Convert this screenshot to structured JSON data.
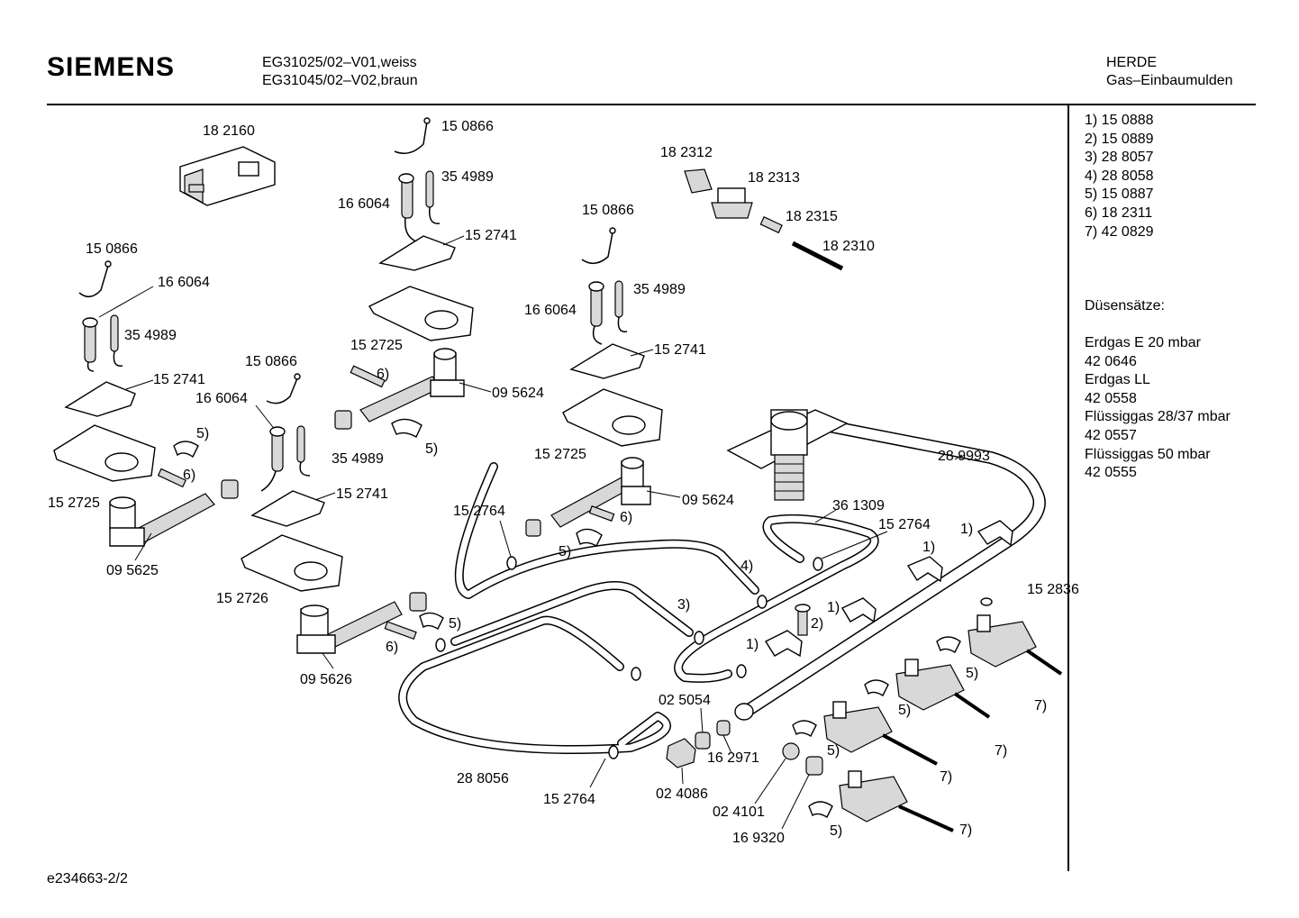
{
  "header": {
    "brand": "SIEMENS",
    "model_line_1": "EG31025/02–V01,weiss",
    "model_line_2": "EG31045/02–V02,braun",
    "category_1": "HERDE",
    "category_2": "Gas–Einbaumulden"
  },
  "legend": [
    "1)  15 0888",
    "2)  15 0889",
    "3)  28 8057",
    "4)  28 8058",
    "5)  15 0887",
    "6)  18 2311",
    "7)  42 0829"
  ],
  "nozzle_sets": {
    "title": "Düsensätze:",
    "lines": [
      "Erdgas E 20 mbar",
      "42 0646",
      "Erdgas LL",
      "42 0558",
      "Flüssiggas 28/37 mbar",
      "42 0557",
      "Flüssiggas 50 mbar",
      "42 0555"
    ]
  },
  "parts": {
    "p182160": "18 2160",
    "p150866_a": "15 0866",
    "p354989_a": "35 4989",
    "p166064_a": "16 6064",
    "p152741_a": "15 2741",
    "p152725_a": "15 2725",
    "p095624_a": "09 5624",
    "p6_a": "6)",
    "p5_a": "5)",
    "p182312": "18 2312",
    "p182313": "18 2313",
    "p182315": "18 2315",
    "p182310": "18 2310",
    "p150866_b": "15 0866",
    "p354989_b": "35 4989",
    "p166064_b": "16 6064",
    "p152741_b": "15 2741",
    "p152725_b": "15 2725",
    "p095624_b": "09 5624",
    "p150866_c": "15 0866",
    "p166064_c": "16 6064",
    "p354989_c": "35 4989",
    "p152741_c": "15 2741",
    "p5_b": "5)",
    "p6_b": "6)",
    "p152725_c": "15 2725",
    "p095625": "09 5625",
    "p150866_d": "15 0866",
    "p166064_d": "16 6064",
    "p354989_d": "35 4989",
    "p152741_d": "15 2741",
    "p152726": "15 2726",
    "p095626": "09 5626",
    "p5_c": "5)",
    "p6_c": "6)",
    "p152764_a": "15 2764",
    "p6_d": "6)",
    "p5_d": "5)",
    "p4": "4)",
    "p3": "3)",
    "p289993": "28 9993",
    "p361309": "36 1309",
    "p152764_b": "15 2764",
    "p1_a": "1)",
    "p1_b": "1)",
    "p1_c": "1)",
    "p2": "2)",
    "p1_d": "1)",
    "p152836": "15 2836",
    "p5_e": "5)",
    "p5_f": "5)",
    "p5_g": "5)",
    "p5_h": "5)",
    "p7_a": "7)",
    "p7_b": "7)",
    "p7_c": "7)",
    "p7_d": "7)",
    "p025054": "02 5054",
    "p162971": "16 2971",
    "p288056": "28 8056",
    "p152764_c": "15 2764",
    "p024086": "02 4086",
    "p024101": "02 4101",
    "p169320": "16 9320"
  },
  "footer": "e234663-2/2"
}
